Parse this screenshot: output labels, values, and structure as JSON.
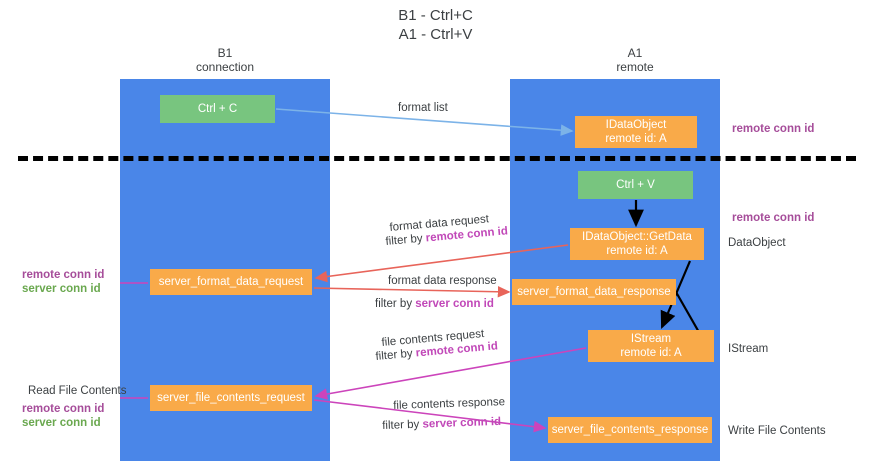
{
  "title": {
    "line1": "B1 - Ctrl+C",
    "line2": "A1 - Ctrl+V"
  },
  "columns": [
    {
      "name": "B1",
      "sub": "connection"
    },
    {
      "name": "A1",
      "sub": "remote"
    }
  ],
  "nodes": {
    "ctrl_c": {
      "label": "Ctrl + C",
      "color": "#78c57f"
    },
    "idataobject": {
      "l1": "IDataObject",
      "l2": "remote id: A",
      "color": "#f9aa49"
    },
    "ctrl_v": {
      "label": "Ctrl + V",
      "color": "#78c57f"
    },
    "getdata": {
      "l1": "IDataObject::GetData",
      "l2": "remote id: A",
      "color": "#f9aa49"
    },
    "server_format_data_request": {
      "label": "server_format_data_request",
      "color": "#f9aa49"
    },
    "server_format_data_response": {
      "label": "server_format_data_response",
      "color": "#f9aa49"
    },
    "istream": {
      "l1": "IStream",
      "l2": "remote id: A",
      "color": "#f9aa49"
    },
    "server_file_contents_request": {
      "label": "server_file_contents_request",
      "color": "#f9aa49"
    },
    "server_file_contents_response": {
      "label": "server_file_contents_response",
      "color": "#f9aa49"
    }
  },
  "edge_labels": {
    "format_list": "format list",
    "format_data_request": "format data request",
    "format_data_request_filter_prefix": "filter by ",
    "format_data_request_filter_key": "remote conn id",
    "format_data_response": "format data response",
    "format_data_response_filter_prefix": "filter by ",
    "format_data_response_filter_key": "server conn id",
    "file_contents_request": "file contents request",
    "file_contents_request_filter_prefix": "filter by ",
    "file_contents_request_filter_key": "remote conn id",
    "file_contents_response": "file contents response",
    "file_contents_response_filter_prefix": "filter by ",
    "file_contents_response_filter_key": "server conn id"
  },
  "annotations": {
    "remote_conn_id_top": "remote conn id",
    "remote_conn_id_mid": "remote conn id",
    "dataobject": "DataObject",
    "istream": "IStream",
    "write_file_contents": "Write File Contents",
    "read_file_contents": "Read File Contents",
    "left_remote_conn_id": "remote conn id",
    "left_server_conn_id": "server conn id",
    "left_remote_conn_id2": "remote conn id",
    "left_server_conn_id2": "server conn id"
  },
  "colors": {
    "lane": "#4a86e8",
    "green_node": "#78c57f",
    "orange_node": "#f9aa49",
    "purple_text": "#a64d9a",
    "green_text": "#6aa84f",
    "magenta_text": "#c148b8",
    "arrow_blue": "#7cb3e8",
    "arrow_red": "#e8645a",
    "arrow_magenta": "#cc44bb",
    "arrow_black": "#000000",
    "divider": "#000000"
  }
}
